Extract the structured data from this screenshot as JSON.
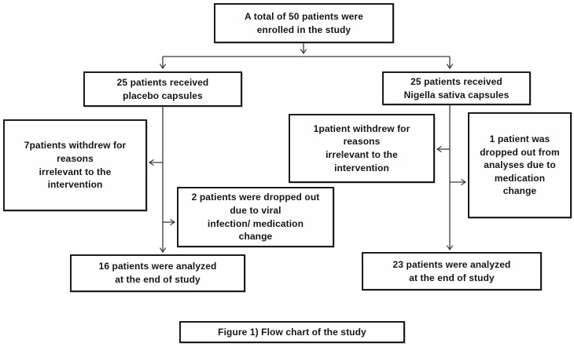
{
  "figure": {
    "type": "flowchart",
    "caption": "Figure 1) Flow chart of the study"
  },
  "boxes": {
    "enrolled": "A total of 50 patients were\nenrolled in the study",
    "placebo_arm": "25 patients received\nplacebo capsules",
    "nigella_arm": "25 patients received\nNigella sativa capsules",
    "placebo_withdrew": "7patients withdrew for\nreasons\nirrelevant to the\nintervention",
    "placebo_dropped": "2 patients were dropped out\ndue to viral\ninfection/ medication\nchange",
    "nigella_withdrew": "1patient withdrew for\nreasons\nirrelevant to the\nintervention",
    "nigella_dropped": "1 patient was\ndropped out from\nanalyses due to\nmedication\nchange",
    "placebo_analyzed": "16 patients were analyzed\nat the end of study",
    "nigella_analyzed": "23 patients were analyzed\nat the end of study"
  },
  "edges": [
    {
      "from": "enrolled",
      "to": "placebo_arm"
    },
    {
      "from": "enrolled",
      "to": "nigella_arm"
    },
    {
      "from": "placebo_arm",
      "to": "placebo_withdrew"
    },
    {
      "from": "placebo_arm",
      "to": "placebo_dropped"
    },
    {
      "from": "placebo_arm",
      "to": "placebo_analyzed"
    },
    {
      "from": "nigella_arm",
      "to": "nigella_withdrew"
    },
    {
      "from": "nigella_arm",
      "to": "nigella_dropped"
    },
    {
      "from": "nigella_arm",
      "to": "nigella_analyzed"
    }
  ],
  "colors": {
    "background": "#ffffff",
    "box_border": "#1c1c1c",
    "connector": "#3a3a3a",
    "text": "#161616"
  }
}
